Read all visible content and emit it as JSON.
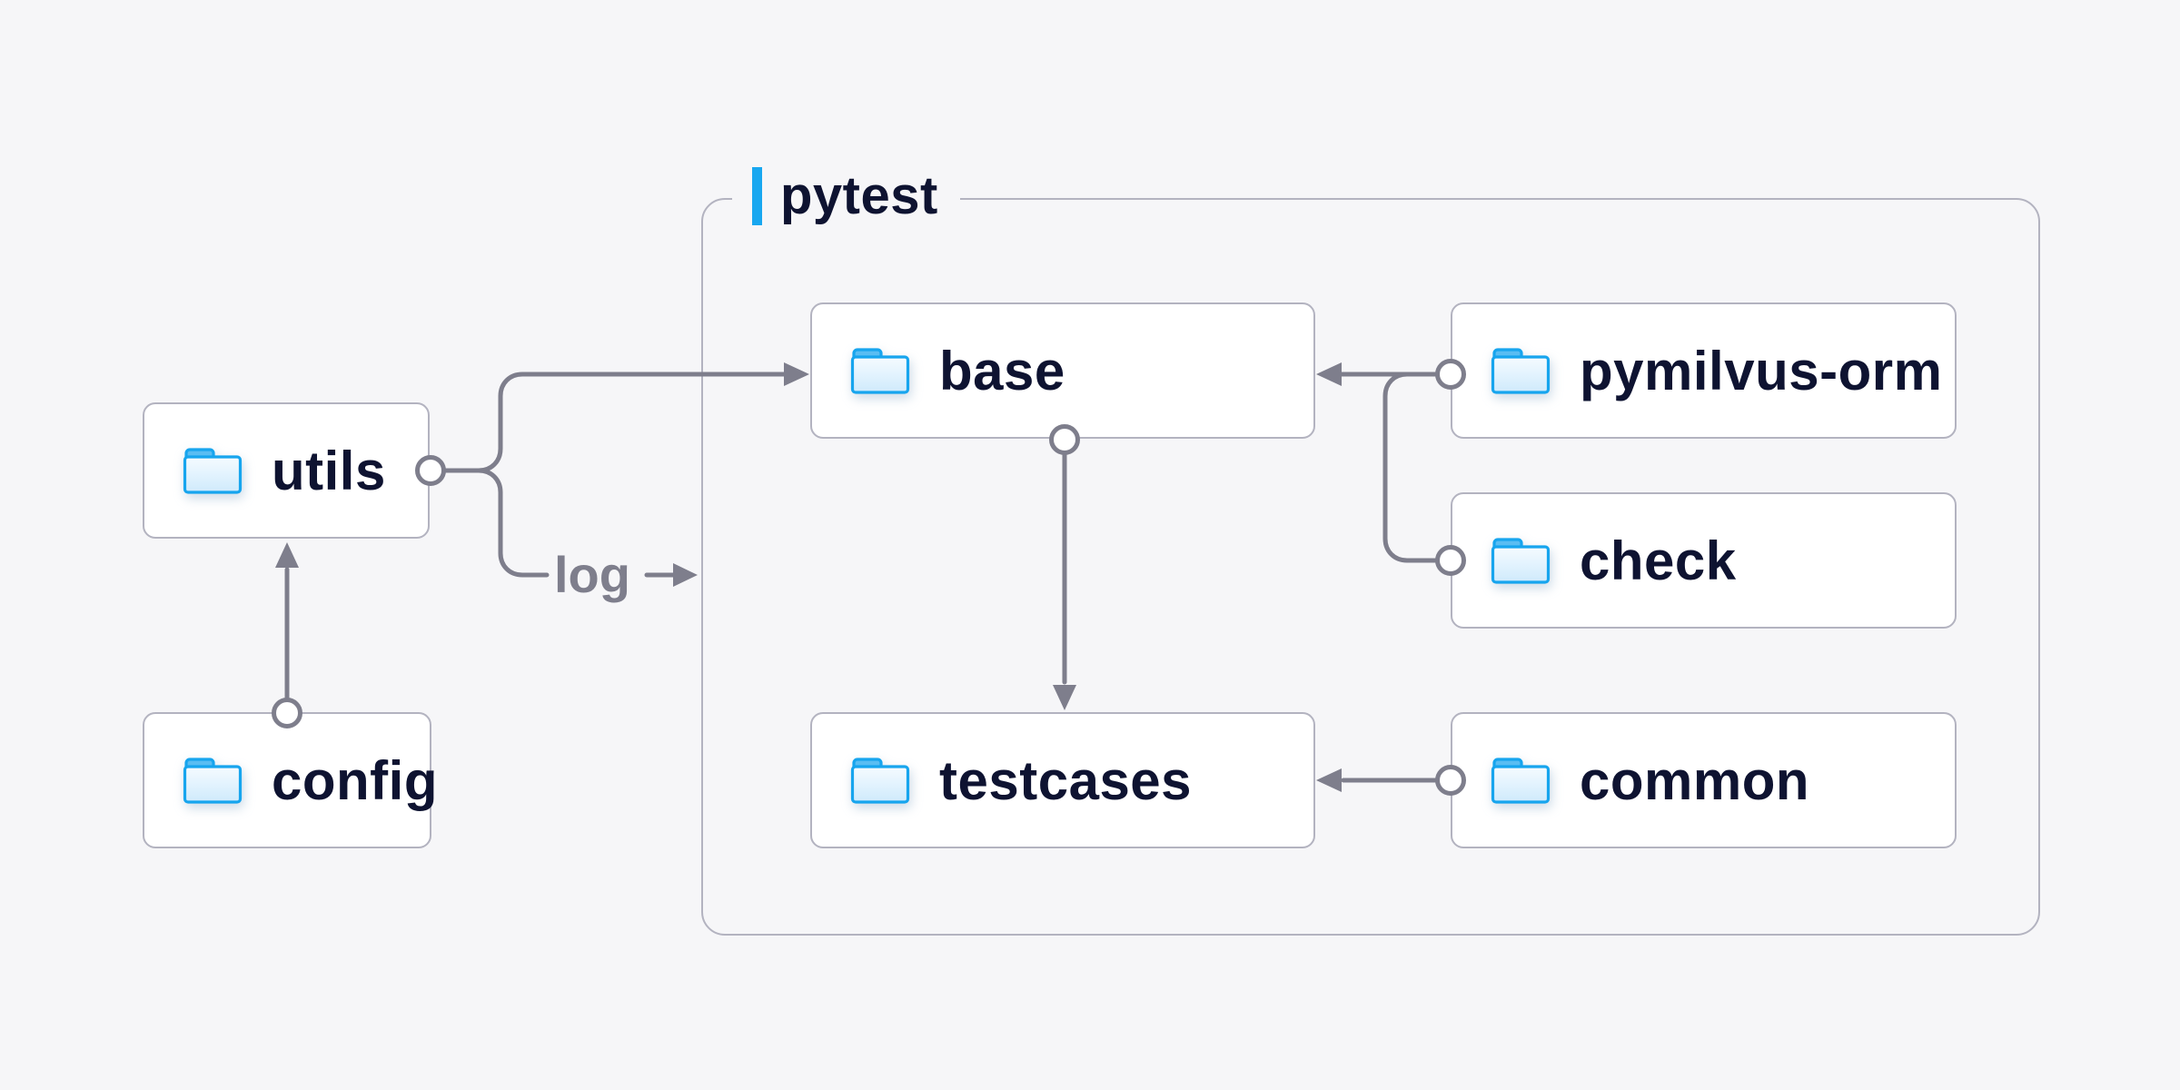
{
  "diagram": {
    "group": {
      "label": "pytest"
    },
    "log_label": "log",
    "nodes": [
      {
        "id": "utils",
        "label": "utils",
        "icon": "folder-icon",
        "location": "outside"
      },
      {
        "id": "config",
        "label": "config",
        "icon": "folder-icon",
        "location": "outside"
      },
      {
        "id": "base",
        "label": "base",
        "icon": "folder-icon",
        "location": "pytest"
      },
      {
        "id": "pymilvus-orm",
        "label": "pymilvus-orm",
        "icon": "folder-icon",
        "location": "pytest"
      },
      {
        "id": "check",
        "label": "check",
        "icon": "folder-icon",
        "location": "pytest"
      },
      {
        "id": "testcases",
        "label": "testcases",
        "icon": "folder-icon",
        "location": "pytest"
      },
      {
        "id": "common",
        "label": "common",
        "icon": "folder-icon",
        "location": "pytest"
      }
    ],
    "edges": [
      {
        "from": "config",
        "to": "utils"
      },
      {
        "from": "utils",
        "to": "base"
      },
      {
        "from": "utils",
        "to": "pytest-group",
        "label": "log"
      },
      {
        "from": "pymilvus-orm",
        "to": "base"
      },
      {
        "from": "check",
        "to": "base"
      },
      {
        "from": "base",
        "to": "testcases"
      },
      {
        "from": "common",
        "to": "testcases"
      }
    ],
    "colors": {
      "background": "#f6f6f8",
      "node_fill": "#ffffff",
      "node_border": "#b3b3c0",
      "group_border": "#b3b3c0",
      "wire": "#7e7e8c",
      "accent_bar": "#18a7f0",
      "folder_outline": "#17a5ee",
      "folder_tab": "#5abdf2",
      "text": "#0e1331",
      "log_text": "#7e7e8c"
    }
  }
}
